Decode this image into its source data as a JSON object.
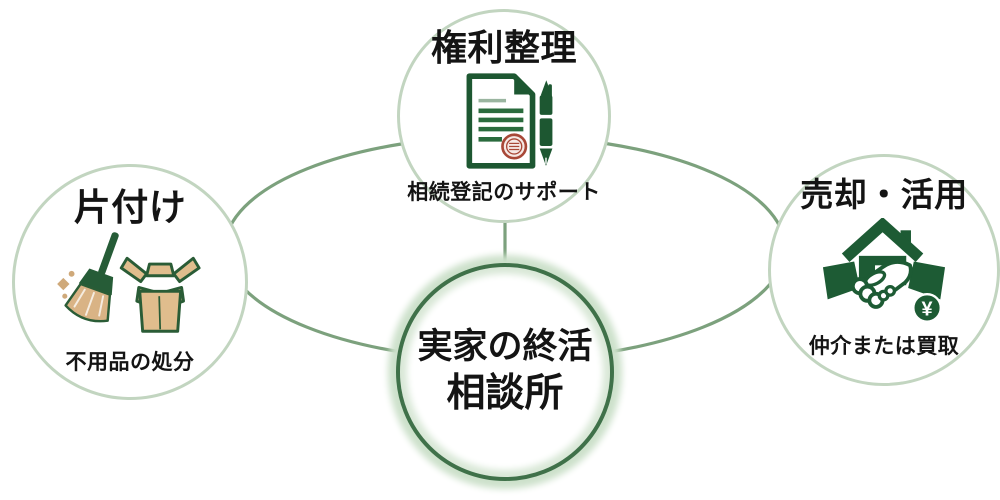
{
  "diagram": {
    "center_node": {
      "title_line1": "実家の終活",
      "title_line2": "相談所"
    },
    "nodes": [
      {
        "id": "katazuke",
        "title": "片付け",
        "subtitle": "不用品の処分",
        "icon": "broom-box-icon"
      },
      {
        "id": "kenri-seiri",
        "title": "権利整理",
        "subtitle": "相続登記のサポート",
        "icon": "document-pen-icon"
      },
      {
        "id": "baikyaku-katsuyo",
        "title": "売却・活用",
        "subtitle": "仲介または買取",
        "icon": "house-handshake-icon"
      }
    ],
    "icons": {
      "yen_symbol": "¥"
    },
    "colors": {
      "background": "#ffffff",
      "connector_green": "#7ca17d",
      "satellite_circle_border": "#c2d5c0",
      "center_ring_dark": "#3f7149",
      "center_ring_light": "#cde1cb",
      "icon_dark_green": "#1d5b34",
      "icon_tan": "#d9b385",
      "box_tan": "#e0bd8d",
      "seal_red": "#a84837",
      "text_color": "#141414"
    }
  }
}
